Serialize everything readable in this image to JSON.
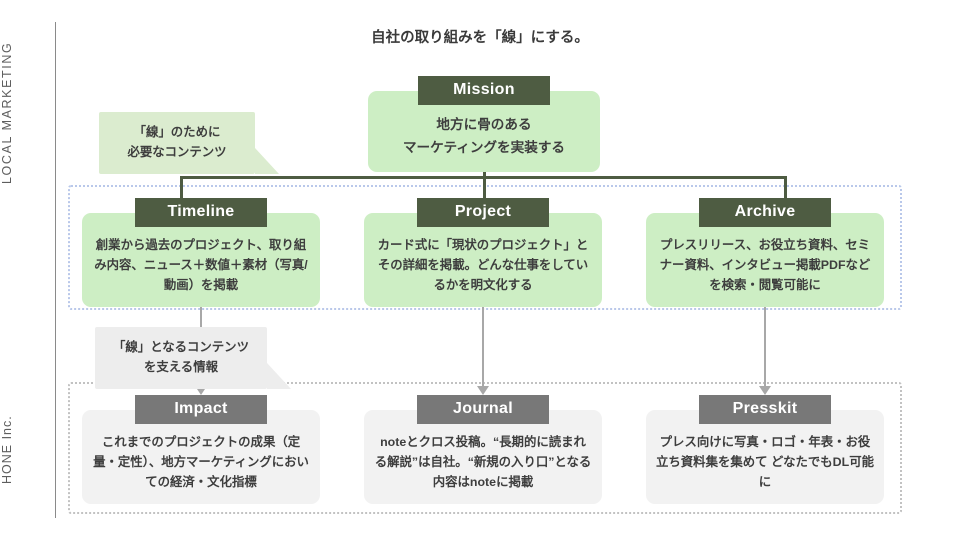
{
  "rail": {
    "top_label": "LOCAL MARKETING",
    "bottom_label": "HONE Inc."
  },
  "headline": "自社の取り組みを「線」にする。",
  "mission": {
    "title": "Mission",
    "body": "地方に骨のある\nマーケティングを実装する"
  },
  "callouts": {
    "upper": "「線」のために\n必要なコンテンツ",
    "lower": "「線」となるコンテンツ\nを支える情報"
  },
  "tier_primary": [
    {
      "title": "Timeline",
      "body": "創業から過去のプロジェクト、取り組み内容、ニュース＋数値＋素材（写真/動画）を掲載"
    },
    {
      "title": "Project",
      "body": "カード式に「現状のプロジェクト」とその詳細を掲載。どんな仕事をしているかを明文化する"
    },
    {
      "title": "Archive",
      "body": "プレスリリース、お役立ち資料、セミナー資料、インタビュー掲載PDFなどを検索・閲覧可能に"
    }
  ],
  "tier_support": [
    {
      "title": "Impact",
      "body": "これまでのプロジェクトの成果（定量・定性）、地方マーケティングにおいての経済・文化指標"
    },
    {
      "title": "Journal",
      "body": "noteとクロス投稿。“長期的に読まれる解説”は自社。“新規の入り口”となる内容はnoteに掲載"
    },
    {
      "title": "Presskit",
      "body": "プレス向けに写真・ロゴ・年表・お役立ち資料集を集めて どなたでもDL可能に"
    }
  ],
  "colors": {
    "green_dark": "#4e5c42",
    "green_light": "#cdeec4",
    "green_callout": "#dbeccf",
    "gray_dark": "#787878",
    "gray_light": "#f2f2f2",
    "zone_blue": "#b9c8ea",
    "zone_gray": "#c2c2c2"
  }
}
